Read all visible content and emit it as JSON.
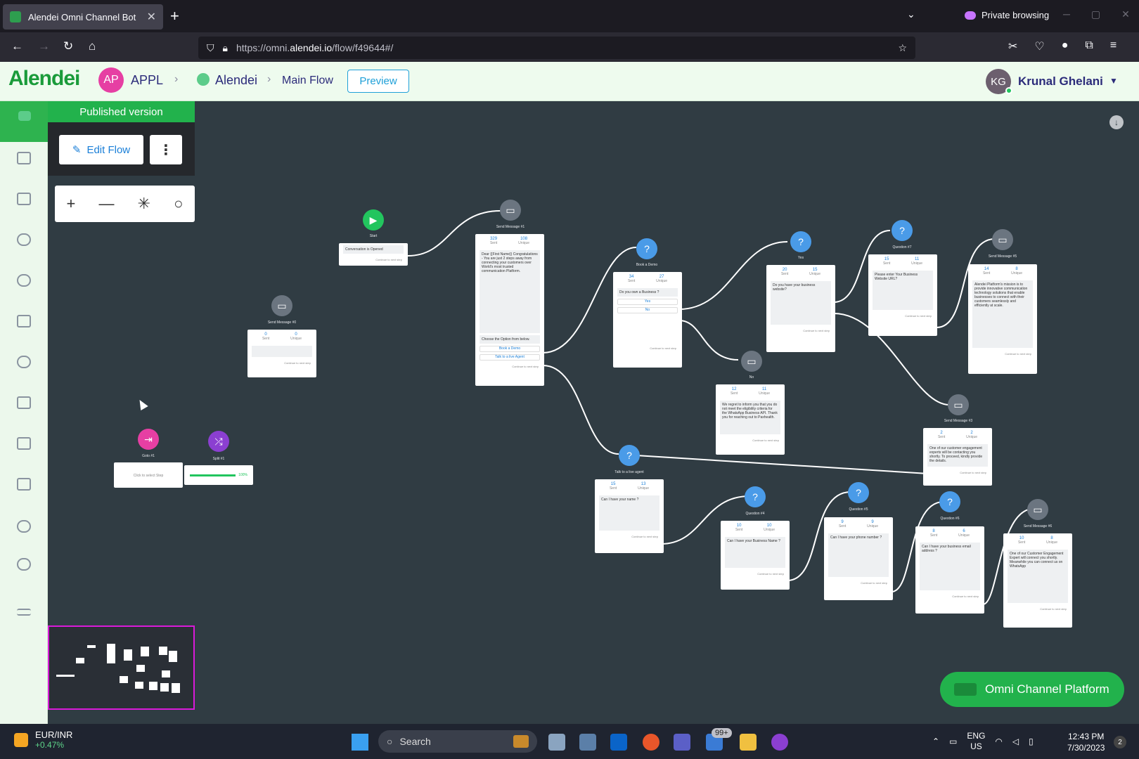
{
  "browser": {
    "tab_title": "Alendei Omni Channel Bot",
    "url_prefix": "https://omni.",
    "url_domain": "alendei.io",
    "url_path": "/flow/f49644#/",
    "private_label": "Private browsing"
  },
  "header": {
    "logo": "Alendei",
    "app_initials": "AP",
    "app_name": "APPL",
    "bot_name": "Alendei",
    "flow_name": "Main Flow",
    "preview_label": "Preview",
    "user_initials": "KG",
    "user_name": "Krunal Ghelani"
  },
  "panel": {
    "published_label": "Published version",
    "edit_flow_label": "Edit Flow"
  },
  "nodes": {
    "start": {
      "title": "Start",
      "body": "Conversation is Opened",
      "cont": "Continue to next step"
    },
    "sm1": {
      "title": "Send Message #1",
      "sent": "329",
      "unique": "108",
      "text": "Dear {{First Name}} Congratulations - You are just 2 steps away from connecting your customers over World's most trusted communication Platform.",
      "choose": "Choose the Option from below.",
      "btn1": "Book a Demo",
      "btn2": "Talk to a live Agent",
      "cont": "Continue to next step"
    },
    "sm_hash": {
      "title": "Send Message #0",
      "sent": "0",
      "unique": "0",
      "cont": "Continue to next step"
    },
    "book_demo": {
      "title": "Book a Demo",
      "sent": "34",
      "unique": "27",
      "q": "Do you own a Business ?",
      "yes": "Yes",
      "no": "No",
      "cont": "Continue to next step"
    },
    "yes": {
      "title": "Yes",
      "sent": "20",
      "unique": "15",
      "q": "Do you have your business website?",
      "cont": "Continue to next step"
    },
    "q7": {
      "title": "Question #7",
      "sent": "15",
      "unique": "11",
      "q": "Please enter Your Business Website URL?",
      "cont": "Continue to next step"
    },
    "sm5": {
      "title": "Send Message #5",
      "sent": "14",
      "unique": "8",
      "text": "Alendei Platform's mission is to provide innovative communication technology solutions that enable businesses to connect with their customers seamlessly and efficiently at scale.",
      "cont": "Continue to next step"
    },
    "no": {
      "title": "No",
      "sent": "12",
      "unique": "11",
      "text": "We regret to inform you that you do not meet the eligibility criteria for the WhatsApp Business API. Thank you for reaching out to Paxhealth.",
      "cont": "Continue to next step"
    },
    "sm3": {
      "title": "Send Message #3",
      "sent": "2",
      "unique": "2",
      "text": "One of our customer engagement experts will be contacting you shortly. To proceed, kindly provide the details.",
      "cont": "Continue to next step"
    },
    "live_agent": {
      "title": "Talk to a live agent",
      "sent": "15",
      "unique": "13",
      "q": "Can I have your name ?",
      "cont": "Continue to next step"
    },
    "q4": {
      "title": "Question #4",
      "sent": "10",
      "unique": "10",
      "q": "Can I have your Business Name ?",
      "cont": "Continue to next step"
    },
    "q5": {
      "title": "Question #5",
      "sent": "9",
      "unique": "9",
      "q": "Can I have your phone number ?",
      "cont": "Continue to next step"
    },
    "q6": {
      "title": "Question #6",
      "sent": "8",
      "unique": "6",
      "q": "Can I have your business email address ?",
      "cont": "Continue to next step"
    },
    "sm6": {
      "title": "Send Message #6",
      "sent": "10",
      "unique": "8",
      "text": "One of our Customer Engagement Expert will connect you shortly. Meanwhile you can connect us on WhatsApp",
      "cont": "Continue to next step"
    },
    "goto": {
      "title": "Goto #1",
      "body": "Click to select Step"
    },
    "split": {
      "title": "Split #1",
      "pct": "100%"
    }
  },
  "ocp_label": "Omni Channel Platform",
  "taskbar": {
    "ticker": "EUR/INR",
    "ticker_change": "+0.47%",
    "search": "Search",
    "badge": "99+",
    "lang1": "ENG",
    "lang2": "US",
    "time": "12:43 PM",
    "date": "7/30/2023",
    "notifications": "2"
  },
  "colors": {
    "brand": "#1a9b3a",
    "published": "#22b24c",
    "canvas": "#303c43",
    "minimap_border": "#d91ad9"
  }
}
